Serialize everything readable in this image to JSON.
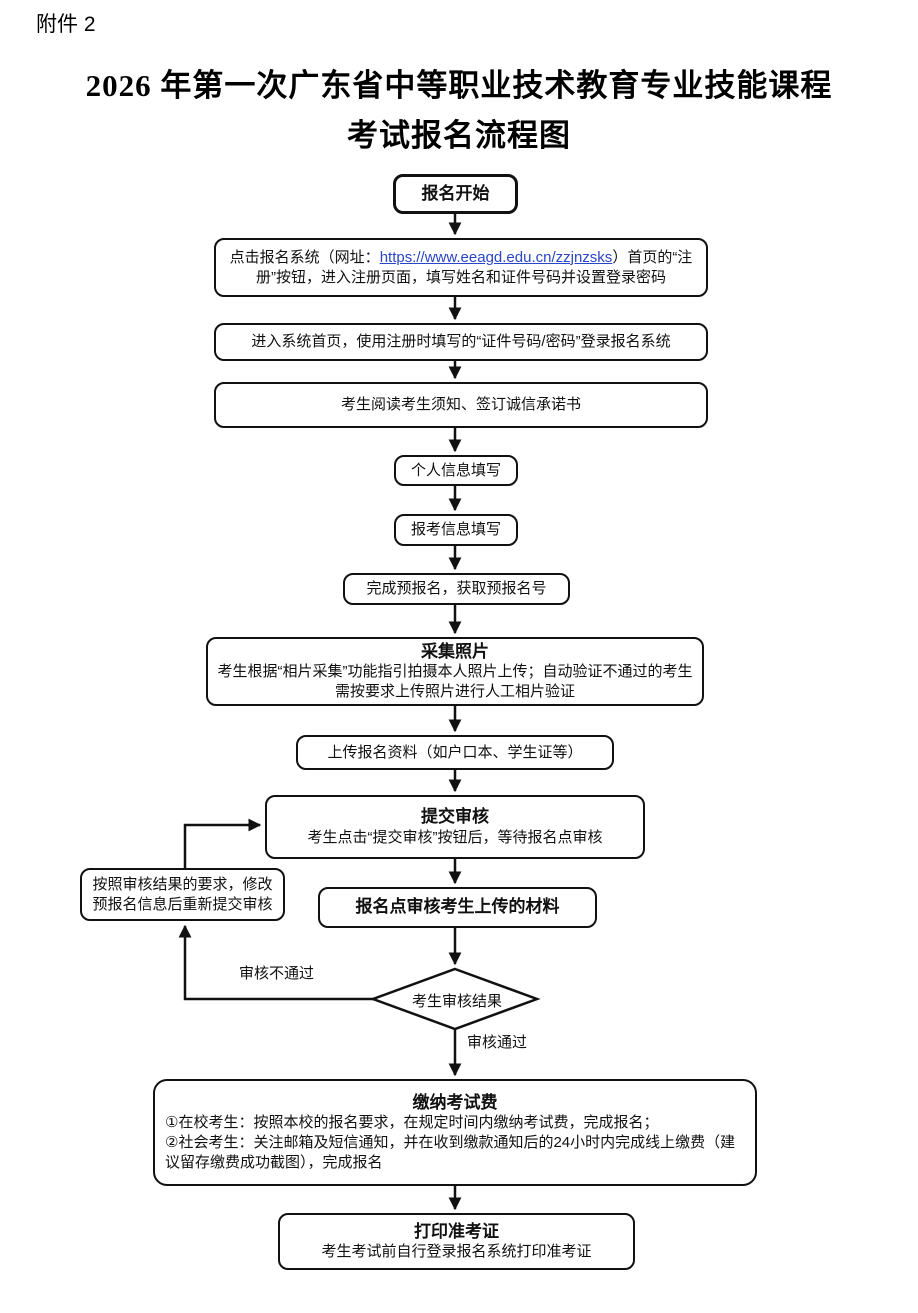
{
  "page": {
    "attachment_label": "附件 2",
    "title_line1": "2026 年第一次广东省中等职业技术教育专业技能课程",
    "title_line2": "考试报名流程图"
  },
  "flow": {
    "start": "报名开始",
    "register": {
      "pre": "点击报名系统（网址：",
      "link": "https://www.eeagd.edu.cn/zzjnzsks",
      "post": "）首页的“注册”按钮，进入注册页面，填写姓名和证件号码并设置登录密码"
    },
    "login": "进入系统首页，使用注册时填写的“证件号码/密码”登录报名系统",
    "read_notice": "考生阅读考生须知、签订诚信承诺书",
    "personal_info": "个人信息填写",
    "exam_info": "报考信息填写",
    "pre_registration": "完成预报名，获取预报名号",
    "photo": {
      "title": "采集照片",
      "body": "考生根据“相片采集”功能指引拍摄本人照片上传；自动验证不通过的考生需按要求上传照片进行人工相片验证"
    },
    "upload_materials": "上传报名资料（如户口本、学生证等）",
    "submit_review": {
      "title": "提交审核",
      "body": "考生点击“提交审核”按钮后，等待报名点审核"
    },
    "site_review": "报名点审核考生上传的材料",
    "modify_loop": "按照审核结果的要求，修改预报名信息后重新提交审核",
    "decision": "考生审核结果",
    "label_fail": "审核不通过",
    "label_pass": "审核通过",
    "pay": {
      "title": "缴纳考试费",
      "line1": "①在校考生：按照本校的报名要求，在规定时间内缴纳考试费，完成报名；",
      "line2": "②社会考生：关注邮箱及短信通知，并在收到缴款通知后的24小时内完成线上缴费（建议留存缴费成功截图），完成报名"
    },
    "print": {
      "title": "打印准考证",
      "body": "考生考试前自行登录报名系统打印准考证"
    }
  },
  "colors": {
    "ink": "#111111",
    "link_blue": "#2a46c8",
    "background": "#ffffff"
  }
}
